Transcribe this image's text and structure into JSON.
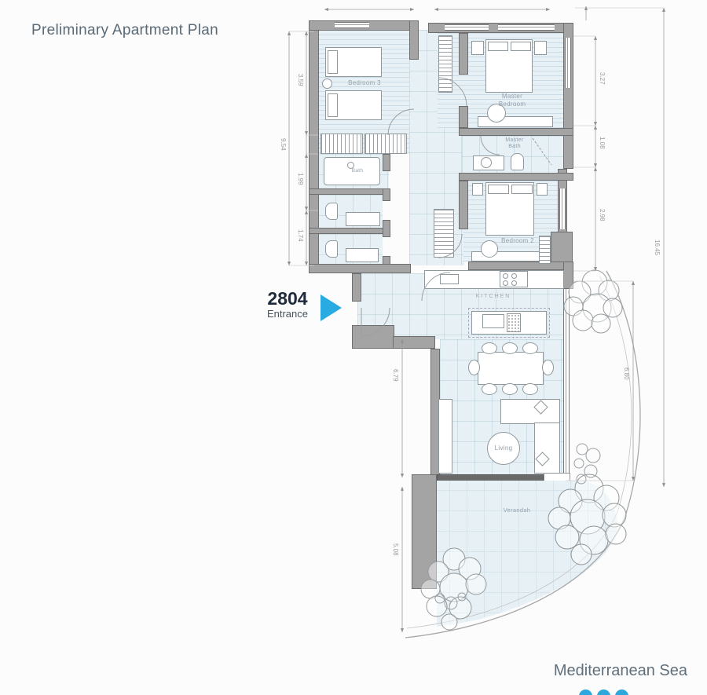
{
  "title": "Preliminary Apartment Plan",
  "entrance": {
    "number": "2804",
    "label": "Entrance"
  },
  "sea_label": "Mediterranean Sea",
  "rooms": {
    "bedroom3": "Bedroom 3",
    "master_bedroom": "Master\nBedroom",
    "master_bath": "Master\nBath",
    "bath": "Bath",
    "bedroom2": "Bedroom 2",
    "kitchen": "KITCHEN",
    "living": "Living",
    "verandah": "Verandah"
  },
  "dimensions": {
    "left_outer": "9.54",
    "left_inner": [
      "3.59",
      "1.99",
      "1.74"
    ],
    "right_inner": [
      "3.27",
      "1.08",
      "2.98"
    ],
    "right_outer": "16.45",
    "right_living": "6.80",
    "bottom_left": [
      "6.79",
      "5.08"
    ]
  },
  "colors": {
    "accent": "#29aae1",
    "heading_text": "#5a6a76",
    "wall": "#a4a4a4",
    "floor": "#e7f0f5"
  }
}
